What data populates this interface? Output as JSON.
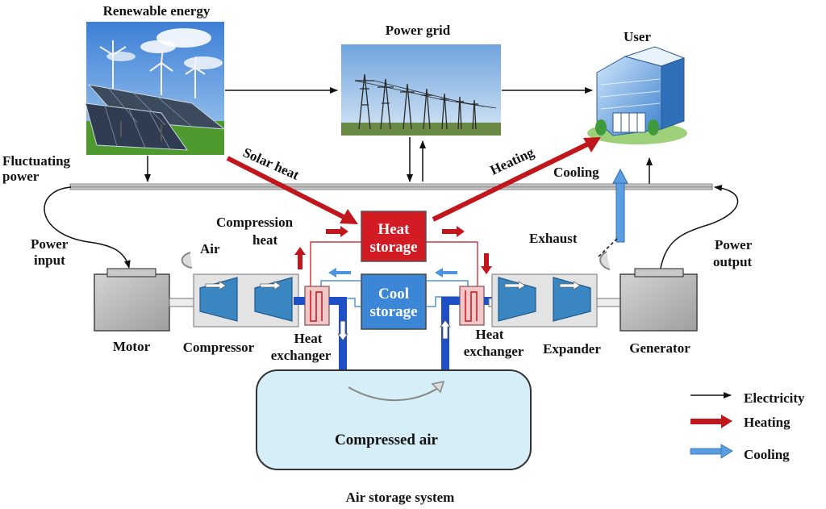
{
  "labels": {
    "renewable_energy": "Renewable energy",
    "power_grid": "Power grid",
    "user": "User",
    "fluctuating_power_1": "Fluctuating",
    "fluctuating_power_2": "power",
    "solar_heat": "Solar heat",
    "heating": "Heating",
    "cooling": "Cooling",
    "compression_heat_1": "Compression",
    "compression_heat_2": "heat",
    "air": "Air",
    "power_input_1": "Power",
    "power_input_2": "input",
    "exhaust": "Exhaust",
    "power_output_1": "Power",
    "power_output_2": "output",
    "heat_storage_1": "Heat",
    "heat_storage_2": "storage",
    "cool_storage_1": "Cool",
    "cool_storage_2": "storage",
    "motor": "Motor",
    "compressor": "Compressor",
    "heat_exchanger_left_1": "Heat",
    "heat_exchanger_left_2": "exchanger",
    "heat_exchanger_right_1": "Heat",
    "heat_exchanger_right_2": "exchanger",
    "expander": "Expander",
    "generator": "Generator",
    "compressed_air": "Compressed air",
    "air_storage_system": "Air storage system"
  },
  "legend": {
    "electricity": "Electricity",
    "heating": "Heating",
    "cooling": "Cooling"
  },
  "colors": {
    "heat": "#c0161c",
    "heat_light": "#e0393c",
    "cool": "#2f7cd2",
    "cool_light": "#7fb3e8",
    "pipe_blue": "#1f4fc4",
    "storage_fill": "#d6eef7",
    "machine_gray": "#b9b9b9",
    "turbine_blue": "#3a86c2"
  },
  "icons": {
    "renewable": "solar-wind-farm-image",
    "grid": "power-tower-image",
    "user": "building-icon"
  }
}
